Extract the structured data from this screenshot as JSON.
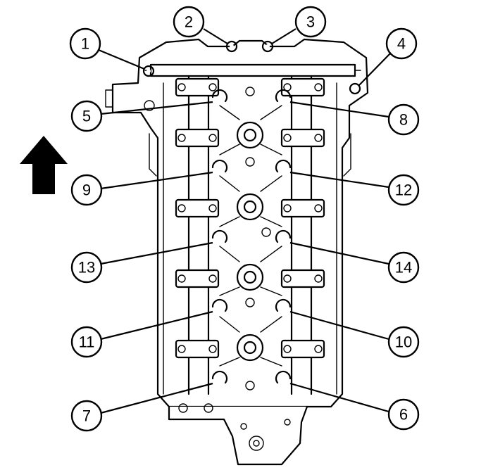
{
  "callouts": [
    {
      "id": "c1",
      "label": "1"
    },
    {
      "id": "c2",
      "label": "2"
    },
    {
      "id": "c3",
      "label": "3"
    },
    {
      "id": "c4",
      "label": "4"
    },
    {
      "id": "c5",
      "label": "5"
    },
    {
      "id": "c8",
      "label": "8"
    },
    {
      "id": "c9",
      "label": "9"
    },
    {
      "id": "c12",
      "label": "12"
    },
    {
      "id": "c13",
      "label": "13"
    },
    {
      "id": "c14",
      "label": "14"
    },
    {
      "id": "c11",
      "label": "11"
    },
    {
      "id": "c10",
      "label": "10"
    },
    {
      "id": "c7",
      "label": "7"
    },
    {
      "id": "c6",
      "label": "6"
    }
  ],
  "colors": {
    "ink": "#000000",
    "paper": "#ffffff"
  },
  "icons": {
    "direction": "up-arrow-icon"
  }
}
